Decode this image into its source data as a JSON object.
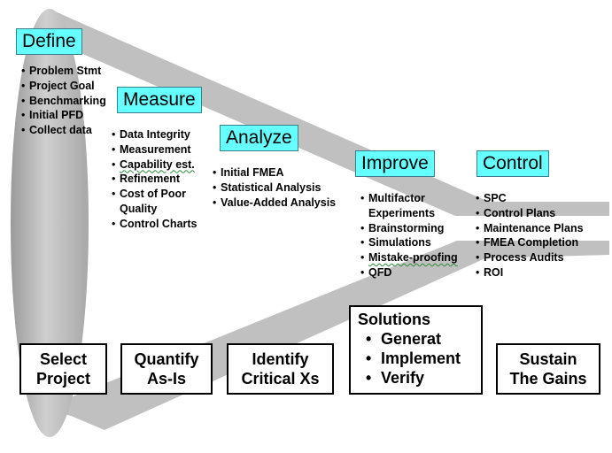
{
  "phases": {
    "define": {
      "title": "Define",
      "items": [
        "Problem Stmt",
        "Project Goal",
        "Benchmarking",
        "Initial PFD",
        "Collect data"
      ]
    },
    "measure": {
      "title": "Measure",
      "items": [
        "Data Integrity",
        "Measurement",
        "Capability est.",
        "Refinement",
        "Cost of Poor",
        "Quality",
        "Control Charts"
      ]
    },
    "analyze": {
      "title": "Analyze",
      "items": [
        "Initial FMEA",
        "Statistical Analysis",
        "Value-Added Analysis"
      ]
    },
    "improve": {
      "title": "Improve",
      "items": [
        "Multifactor",
        "Experiments",
        "Brainstorming",
        "Simulations",
        "Mistake-proofing",
        "QFD"
      ]
    },
    "control": {
      "title": "Control",
      "items": [
        "SPC",
        "Control Plans",
        "Maintenance Plans",
        "FMEA Completion",
        "Process Audits",
        "ROI"
      ]
    }
  },
  "outcomes": {
    "select": {
      "line1": "Select",
      "line2": "Project"
    },
    "quantify": {
      "line1": "Quantify",
      "line2": "As-Is"
    },
    "identify": {
      "line1": "Identify",
      "line2": "Critical Xs"
    },
    "sustain": {
      "line1": "Sustain",
      "line2": "The Gains"
    }
  },
  "solutions": {
    "title": "Solutions",
    "items": [
      "Generat",
      "Implement",
      "Verify"
    ]
  },
  "colors": {
    "phase_fill": "#66ffff",
    "funnel_fill": "#c0c0c0"
  }
}
